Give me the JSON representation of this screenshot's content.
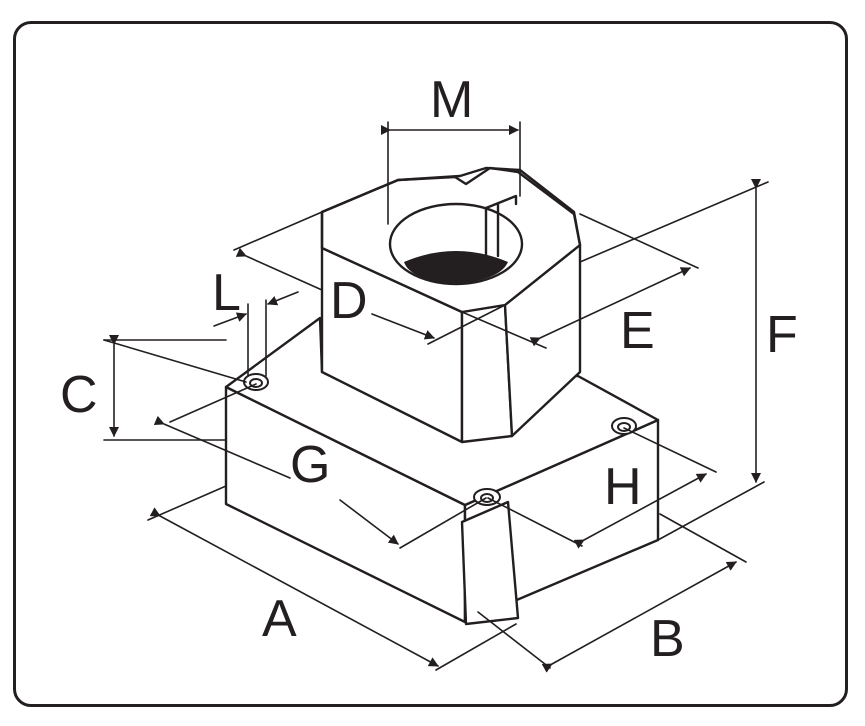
{
  "diagram": {
    "labels": {
      "A": "A",
      "B": "B",
      "C": "C",
      "D": "D",
      "E": "E",
      "F": "F",
      "G": "G",
      "H": "H",
      "L": "L",
      "M": "M"
    },
    "colors": {
      "line": "#231f20",
      "background": "#ffffff",
      "bore_shadow": "#231f20"
    }
  }
}
